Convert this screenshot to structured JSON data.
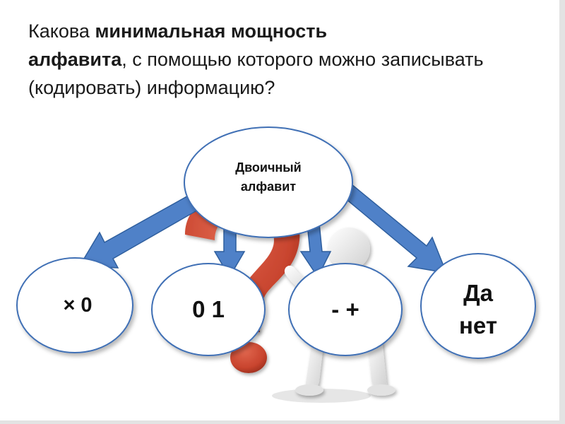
{
  "question": {
    "part1": "Какова ",
    "bold1": "минимальная мощность",
    "bold2": "алфавита",
    "part2": ", с помощью которого можно записывать (кодировать) информацию?"
  },
  "diagram": {
    "root": {
      "line1": "Двоичный",
      "line2": "алфавит"
    },
    "leaves": [
      {
        "text": "× 0"
      },
      {
        "text": "0 1"
      },
      {
        "text": "- +"
      },
      {
        "line1": "Да",
        "line2": "нет"
      }
    ]
  },
  "colors": {
    "arrow_fill": "#4f81c8",
    "arrow_stroke": "#2f5f9e",
    "node_stroke": "#3f6fb5",
    "question_mark": "#c8442e",
    "figure": "#e8e8e8"
  }
}
